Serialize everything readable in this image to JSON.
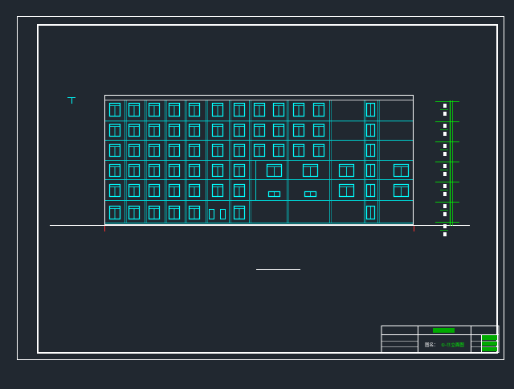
{
  "colors": {
    "background": "#212830",
    "frame": "#ffffff",
    "window": "#00ffff",
    "facade_line": "#00cccc",
    "ground": "#ffffff",
    "grid_mark": "#ff0000",
    "section": "#00ff00"
  },
  "drawing": {
    "type": "building elevation CAD drawing",
    "floors": 6,
    "bays": 11
  },
  "title_block": {
    "drawing_name_label": "图名：",
    "drawing_name_value": "①-⑪立面图"
  }
}
